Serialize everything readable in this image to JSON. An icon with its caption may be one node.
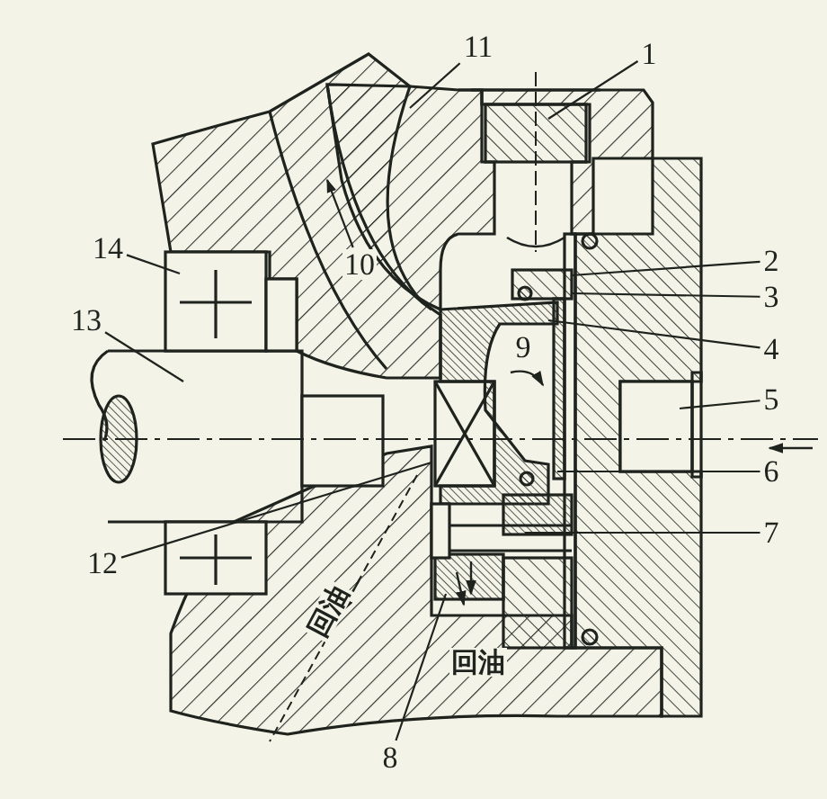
{
  "diagram": {
    "nodes": [
      {
        "text": [
          "11"
        ]
      },
      {
        "text": [
          "1"
        ]
      },
      {
        "text": [
          "14"
        ]
      },
      {
        "text": [
          "10"
        ]
      },
      {
        "text": [
          "2"
        ]
      },
      {
        "text": [
          "3"
        ]
      },
      {
        "text": [
          "4"
        ]
      },
      {
        "text": [
          "13"
        ]
      },
      {
        "text": [
          "5"
        ]
      },
      {
        "text": [
          "6"
        ]
      },
      {
        "text": [
          "7"
        ]
      },
      {
        "text": [
          "12"
        ]
      },
      {
        "text": [
          "8"
        ]
      }
    ],
    "edges": [
      {
        "from": 0,
        "to": null,
        "arrow": "none"
      },
      {
        "from": 1,
        "to": null,
        "arrow": "none"
      },
      {
        "from": 2,
        "to": null,
        "arrow": "none"
      },
      {
        "from": 3,
        "to": null,
        "arrow": "to"
      },
      {
        "from": 4,
        "to": null,
        "arrow": "none"
      },
      {
        "from": 5,
        "to": null,
        "arrow": "none"
      },
      {
        "from": 6,
        "to": null,
        "arrow": "none"
      },
      {
        "from": 7,
        "to": null,
        "arrow": "none"
      },
      {
        "from": 8,
        "to": null,
        "arrow": "none"
      },
      {
        "from": 9,
        "to": null,
        "arrow": "none"
      },
      {
        "from": 10,
        "to": null,
        "arrow": "none"
      },
      {
        "from": 11,
        "to": null,
        "arrow": "none"
      },
      {
        "from": 12,
        "to": null,
        "arrow": "none"
      }
    ],
    "labels": [
      "9",
      "回油",
      "回油"
    ]
  }
}
